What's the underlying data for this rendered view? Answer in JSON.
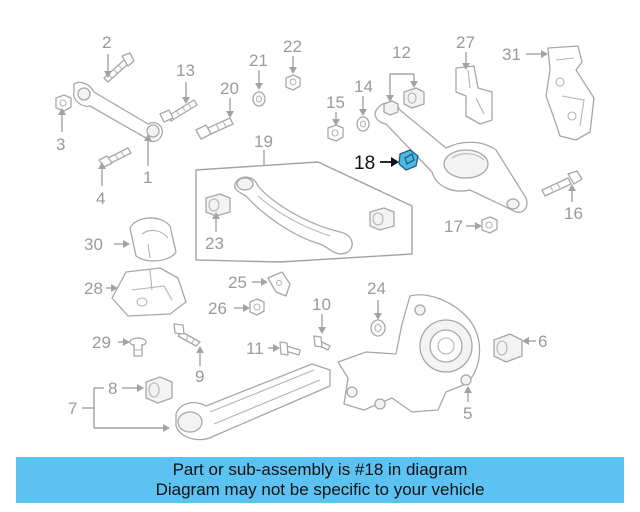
{
  "callouts": {
    "c1": "1",
    "c2": "2",
    "c3": "3",
    "c4": "4",
    "c5": "5",
    "c6": "6",
    "c7": "7",
    "c8": "8",
    "c9": "9",
    "c10": "10",
    "c11": "11",
    "c12": "12",
    "c13": "13",
    "c14": "14",
    "c15": "15",
    "c16": "16",
    "c17": "17",
    "c18": "18",
    "c19": "19",
    "c20": "20",
    "c21": "21",
    "c22": "22",
    "c23": "23",
    "c24": "24",
    "c25": "25",
    "c26": "26",
    "c27": "27",
    "c28": "28",
    "c29": "29",
    "c30": "30",
    "c31": "31"
  },
  "highlighted_part": "18",
  "highlight_color": "#4fb8e6",
  "banner": {
    "line1": "Part or sub-assembly is #18 in diagram",
    "line2": "Diagram may not be specific to your vehicle",
    "background": "#5cc2f2"
  }
}
